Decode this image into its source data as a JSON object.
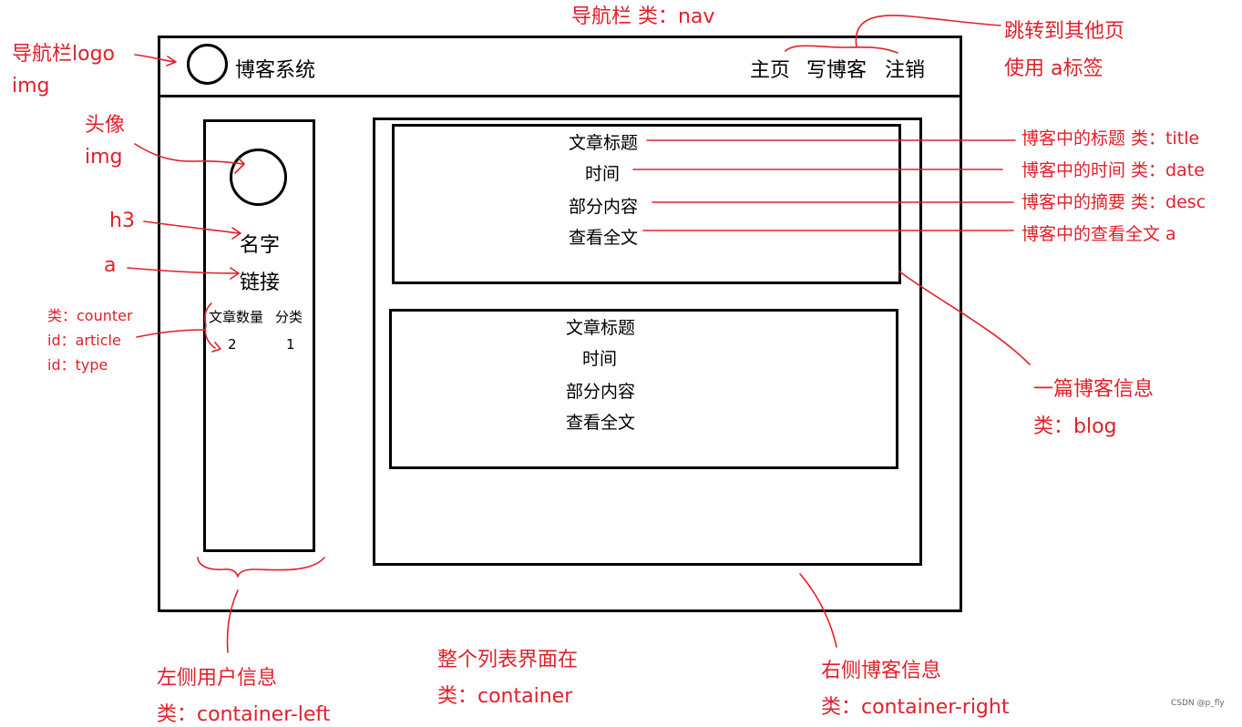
{
  "wireframe": {
    "brand": "博客系统",
    "nav_links": [
      "主页",
      "写博客",
      "注销"
    ],
    "user": {
      "name": "名字",
      "link": "链接",
      "counter_headers": [
        "文章数量",
        "分类"
      ],
      "counter_values": [
        "2",
        "1"
      ]
    },
    "blogs": [
      {
        "title": "文章标题",
        "date": "时间",
        "desc": "部分内容",
        "more": "查看全文"
      },
      {
        "title": "文章标题",
        "date": "时间",
        "desc": "部分内容",
        "more": "查看全文"
      }
    ]
  },
  "annotations": {
    "nav": "导航栏  类：nav",
    "logo_1": "导航栏logo",
    "logo_2": "img",
    "links_1": "跳转到其他页",
    "links_2": "使用 a标签",
    "avatar_1": "头像",
    "avatar_2": "img",
    "h3": "h3",
    "a": "a",
    "counter_1": "类：counter",
    "counter_2": "id：article",
    "counter_3": "id：type",
    "title": "博客中的标题    类：title",
    "date": "博客中的时间    类：date",
    "desc": "博客中的摘要    类：desc",
    "more": "博客中的查看全文    a",
    "blog_1": "一篇博客信息",
    "blog_2": "类：blog",
    "left_1": "左侧用户信息",
    "left_2": "类：container-left",
    "container_1": "整个列表界面在",
    "container_2": "类：container",
    "right_1": "右侧博客信息",
    "right_2": "类：container-right"
  },
  "watermark": "CSDN @p_fly",
  "colors": {
    "annotation": "#e0202a",
    "wireframe": "#000000"
  }
}
